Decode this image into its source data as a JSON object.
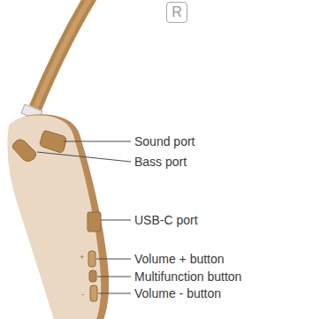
{
  "diagram": {
    "nodes": [
      {
        "text": [
          "R"
        ]
      }
    ],
    "edges": [],
    "labels": [
      "Sound port",
      "Bass port",
      "USB-C port",
      "Volume + button",
      "Multifunction button",
      "Volume - button",
      "+",
      "-"
    ]
  }
}
